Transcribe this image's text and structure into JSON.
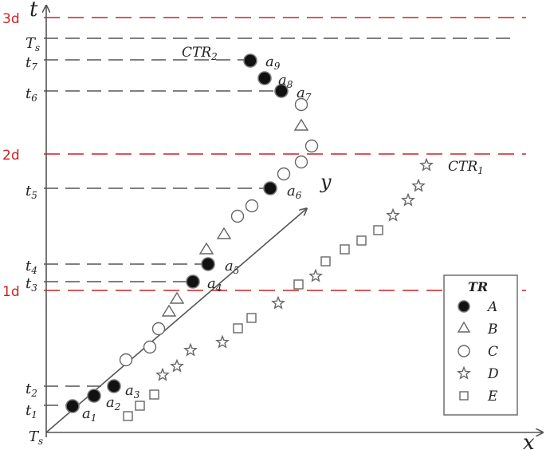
{
  "axes": {
    "t_label": "t",
    "x_label": "x",
    "y_label": "y",
    "origin_label": "Ts"
  },
  "levels": [
    {
      "label": "1d",
      "value": 1
    },
    {
      "label": "2d",
      "value": 2
    },
    {
      "label": "3d",
      "value": 3
    }
  ],
  "time_marks": [
    {
      "base": "T",
      "sub": "s",
      "value": 2.87
    },
    {
      "base": "t",
      "sub": "7",
      "value": 2.71
    },
    {
      "base": "t",
      "sub": "6",
      "value": 2.45
    },
    {
      "base": "t",
      "sub": "5",
      "value": 1.76
    },
    {
      "base": "t",
      "sub": "4",
      "value": 1.19
    },
    {
      "base": "t",
      "sub": "3",
      "value": 1.06
    },
    {
      "base": "t",
      "sub": "2",
      "value": 0.33
    },
    {
      "base": "t",
      "sub": "1",
      "value": 0.17
    }
  ],
  "ctr_labels": [
    {
      "base": "CTR",
      "sub": "1"
    },
    {
      "base": "CTR",
      "sub": "2"
    }
  ],
  "anchor_labels": [
    {
      "base": "a",
      "sub": "1"
    },
    {
      "base": "a",
      "sub": "2"
    },
    {
      "base": "a",
      "sub": "3"
    },
    {
      "base": "a",
      "sub": "4"
    },
    {
      "base": "a",
      "sub": "5"
    },
    {
      "base": "a",
      "sub": "6"
    },
    {
      "base": "a",
      "sub": "7"
    },
    {
      "base": "a",
      "sub": "8"
    },
    {
      "base": "a",
      "sub": "9"
    }
  ],
  "legend": {
    "title": "TR",
    "items": [
      {
        "label": "A",
        "marker": "filled-circle-icon"
      },
      {
        "label": "B",
        "marker": "triangle-icon"
      },
      {
        "label": "C",
        "marker": "circle-icon"
      },
      {
        "label": "D",
        "marker": "star-icon"
      },
      {
        "label": "E",
        "marker": "square-icon"
      }
    ]
  },
  "colors": {
    "level_line": "#cc2222",
    "level_text": "#cc2222",
    "gray": "#555555",
    "dark": "#222222"
  }
}
